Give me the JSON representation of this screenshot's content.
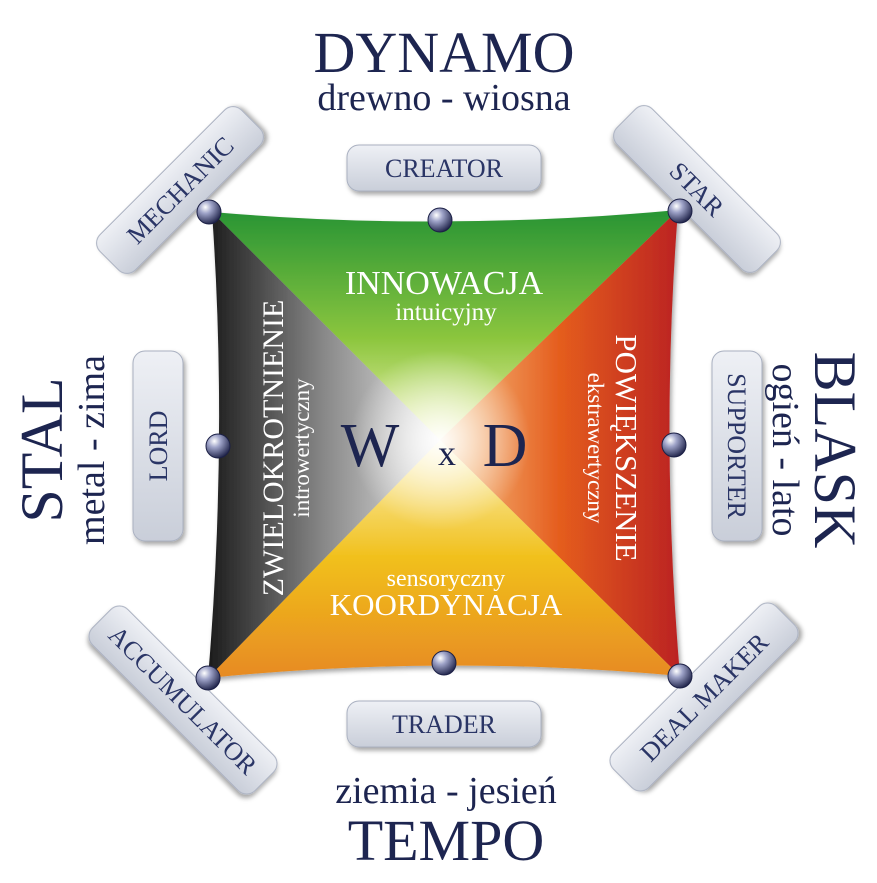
{
  "center": {
    "w": "W",
    "x": "x",
    "d": "D"
  },
  "quadrants": {
    "top": {
      "title": "INNOWACJA",
      "subtitle": "intuicyjny"
    },
    "right": {
      "title": "POWIĘKSZENIE",
      "subtitle": "ekstrawertyczny"
    },
    "bottom": {
      "title": "KOORDYNACJA",
      "subtitle": "sensoryczny"
    },
    "left": {
      "title": "ZWIELOKROTNIENIE",
      "subtitle": "introwertyczny"
    }
  },
  "dynamics": {
    "top": {
      "name": "DYNAMO",
      "element": "drewno - wiosna"
    },
    "right": {
      "name": "BLASK",
      "element": "ogień - lato"
    },
    "bottom": {
      "name": "TEMPO",
      "element": "ziemia - jesień"
    },
    "left": {
      "name": "STAL",
      "element": "metal - zima"
    }
  },
  "profiles": {
    "creator": "CREATOR",
    "star": "STAR",
    "supporter": "SUPPORTER",
    "deal_maker": "DEAL MAKER",
    "trader": "TRADER",
    "accumulator": "ACCUMULATOR",
    "lord": "LORD",
    "mechanic": "MECHANIC"
  },
  "colors": {
    "navy": "#1d2550",
    "green": "#2f9a36",
    "lime": "#a9d339",
    "red": "#c02a23",
    "orange": "#ec6a1f",
    "yellow": "#f1c21b",
    "dark": "#222222",
    "gray": "#b8b8b8",
    "tab_fill": "#dfe3ea",
    "tab_text": "#2a3566"
  }
}
